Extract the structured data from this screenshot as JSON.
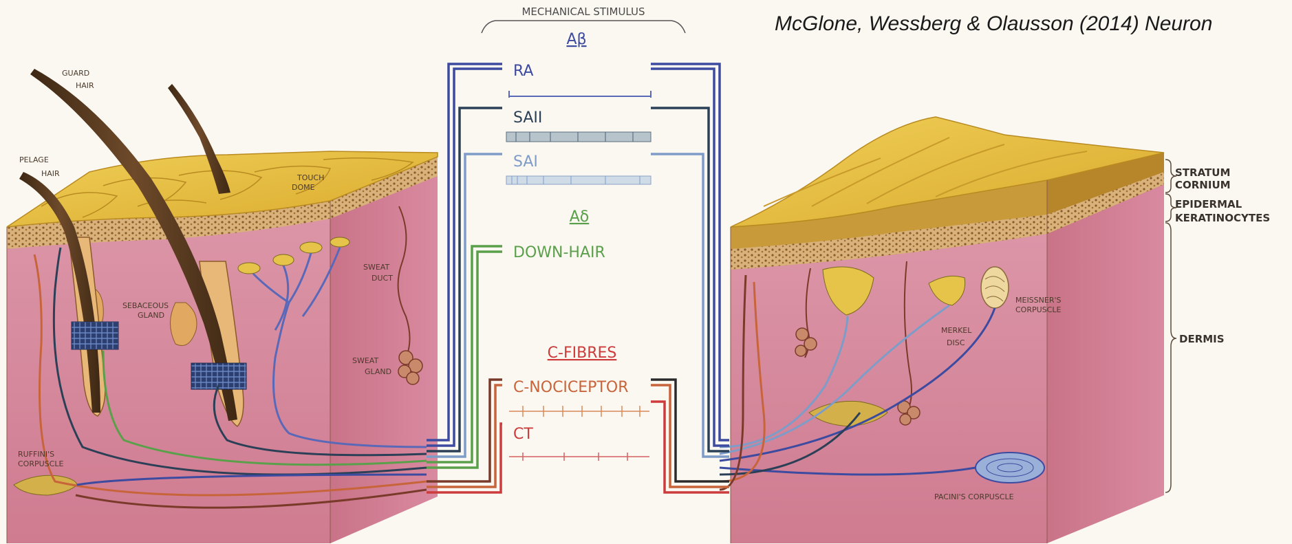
{
  "citation": "McGlone, Wessberg & Olausson (2014) Neuron",
  "stimulus": {
    "title": "MECHANICAL STIMULUS"
  },
  "fiber_groups": {
    "abeta": "Aβ",
    "adelta": "Aδ",
    "cfibres": "C-FIBRES"
  },
  "fibers": {
    "ra": "RA",
    "saii": "SAII",
    "sai": "SAI",
    "down_hair": "DOWN-HAIR",
    "c_nociceptor": "C-NOCICEPTOR",
    "ct": "CT"
  },
  "hairy_skin": {
    "guard_hair": [
      "GUARD",
      "HAIR"
    ],
    "pelage_hair": [
      "PELAGE",
      "HAIR"
    ],
    "touch_dome": [
      "TOUCH",
      "DOME"
    ],
    "sebaceous_gland": [
      "SEBACEOUS",
      "GLAND"
    ],
    "sweat_duct": [
      "SWEAT",
      "DUCT"
    ],
    "sweat_gland": [
      "SWEAT",
      "GLAND"
    ],
    "ruffini": [
      "RUFFINI'S",
      "CORPUSCLE"
    ]
  },
  "glabrous_skin": {
    "meissner": [
      "MEISSNER'S",
      "CORPUSCLE"
    ],
    "merkel": [
      "MERKEL",
      "DISC"
    ],
    "pacini": "PACINI'S CORPUSCLE"
  },
  "layers": {
    "stratum_corneum": [
      "STRATUM",
      "CORNIUM"
    ],
    "epidermal": [
      "EPIDERMAL",
      "KERATINOCYTES"
    ],
    "dermis": "DERMIS"
  },
  "colors": {
    "ra": "#3c4aa0",
    "saii": "#2b4057",
    "sai": "#7e9cc8",
    "down_hair": "#5aa04a",
    "c_nociceptor": "#c8643a",
    "ct": "#cc3c3c",
    "dermis": "#d98a9c",
    "epidermis": "#e2b93a",
    "hair": "#5a3a22"
  }
}
